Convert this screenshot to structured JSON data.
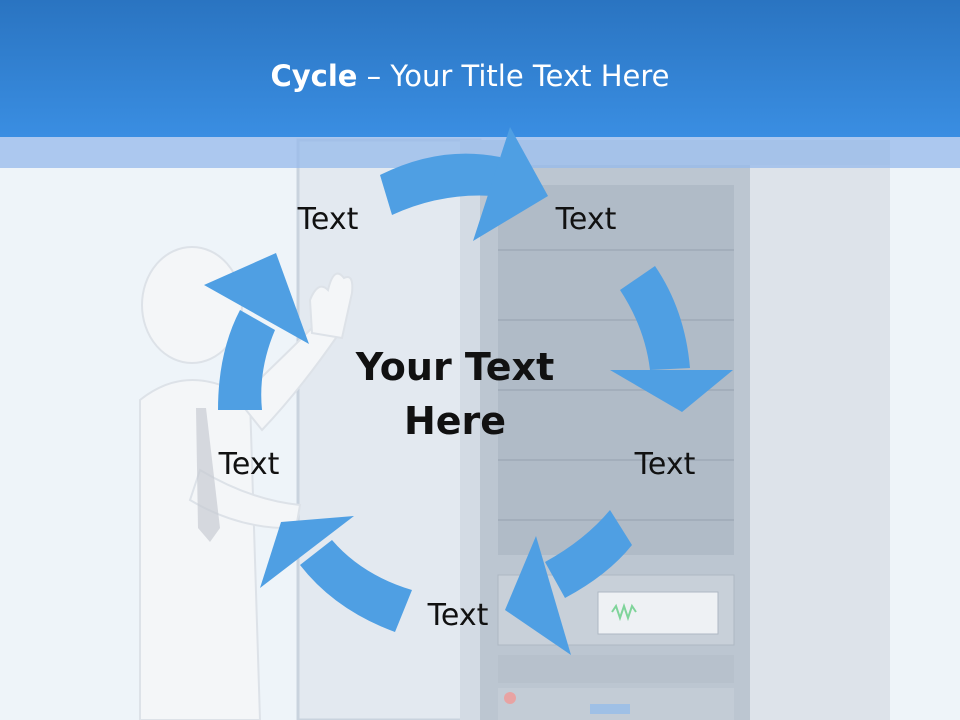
{
  "title": {
    "bold": "Cycle",
    "rest": " – Your Title Text Here"
  },
  "center_text": "Your Text Here",
  "steps": [
    {
      "label": "Text"
    },
    {
      "label": "Text"
    },
    {
      "label": "Text"
    },
    {
      "label": "Text"
    },
    {
      "label": "Text"
    }
  ],
  "colors": {
    "header": "#2f80d2",
    "arrow": "#4f9fe3",
    "band": "#9cbdeb"
  }
}
